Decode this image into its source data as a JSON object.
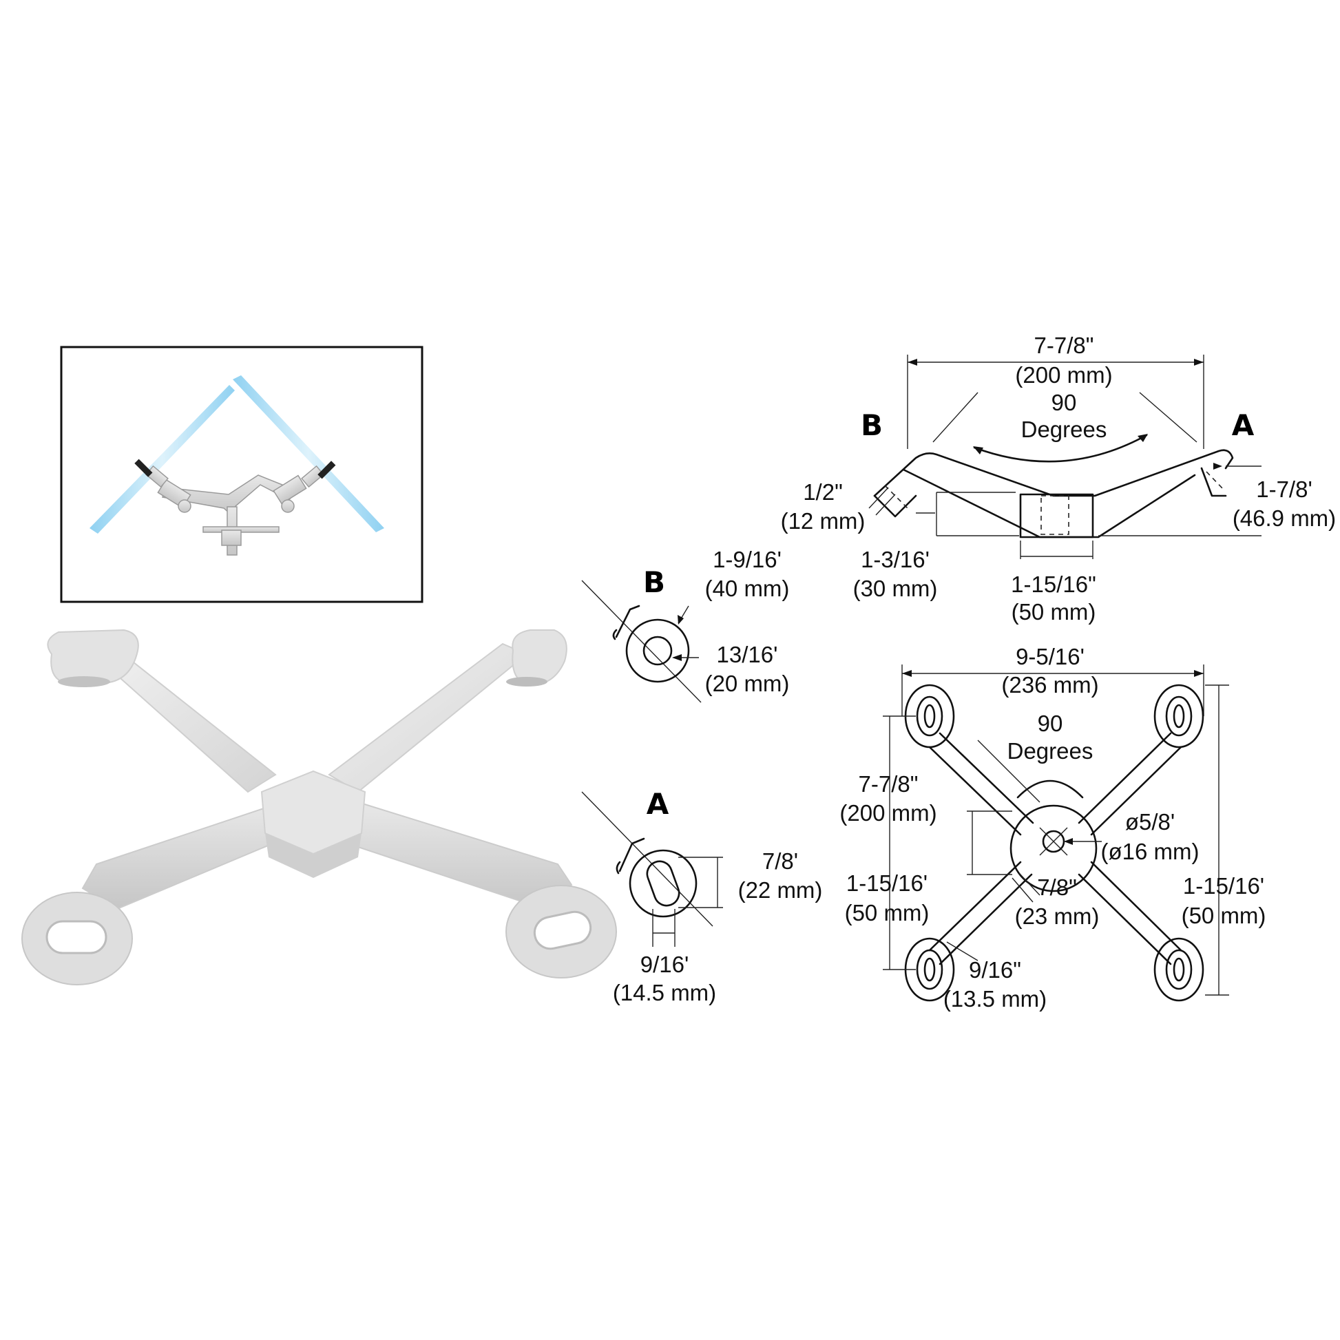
{
  "labels": {
    "letter_a": "A",
    "letter_b": "B"
  },
  "side_view": {
    "overall_width_in": "7-7/8\"",
    "overall_width_mm": "(200 mm)",
    "angle_value": "90",
    "angle_unit": "Degrees",
    "end_thickness_in": "1/2\"",
    "end_thickness_mm": "(12 mm)",
    "height_in": "1-3/16'",
    "height_mm": "(30 mm)",
    "hub_width_in": "1-15/16\"",
    "hub_width_mm": "(50 mm)",
    "end_height_in": "1-7/8'",
    "end_height_mm": "(46.9 mm)"
  },
  "detail_b": {
    "outer_in": "1-9/16'",
    "outer_mm": "(40 mm)",
    "hole_in": "13/16'",
    "hole_mm": "(20 mm)"
  },
  "detail_a": {
    "slot_height_in": "7/8'",
    "slot_height_mm": "(22 mm)",
    "slot_width_in": "9/16'",
    "slot_width_mm": "(14.5 mm)"
  },
  "top_view": {
    "overall_width_in": "9-5/16'",
    "overall_width_mm": "(236 mm)",
    "angle_value": "90",
    "angle_unit": "Degrees",
    "arm_in": "7-7/8\"",
    "arm_mm": "(200 mm)",
    "left_offset_in": "1-15/16'",
    "left_offset_mm": "(50 mm)",
    "bolt_in": "ø5/8'",
    "bolt_mm": "(ø16 mm)",
    "hub_in": "7/8\"",
    "hub_mm": "(23 mm)",
    "eye_in": "9/16\"",
    "eye_mm": "(13.5 mm)",
    "right_offset_in": "1-15/16'",
    "right_offset_mm": "(50 mm)"
  },
  "colors": {
    "glass": "#8fd3f2",
    "metal": "#d9d9d9",
    "ink": "#111111"
  }
}
